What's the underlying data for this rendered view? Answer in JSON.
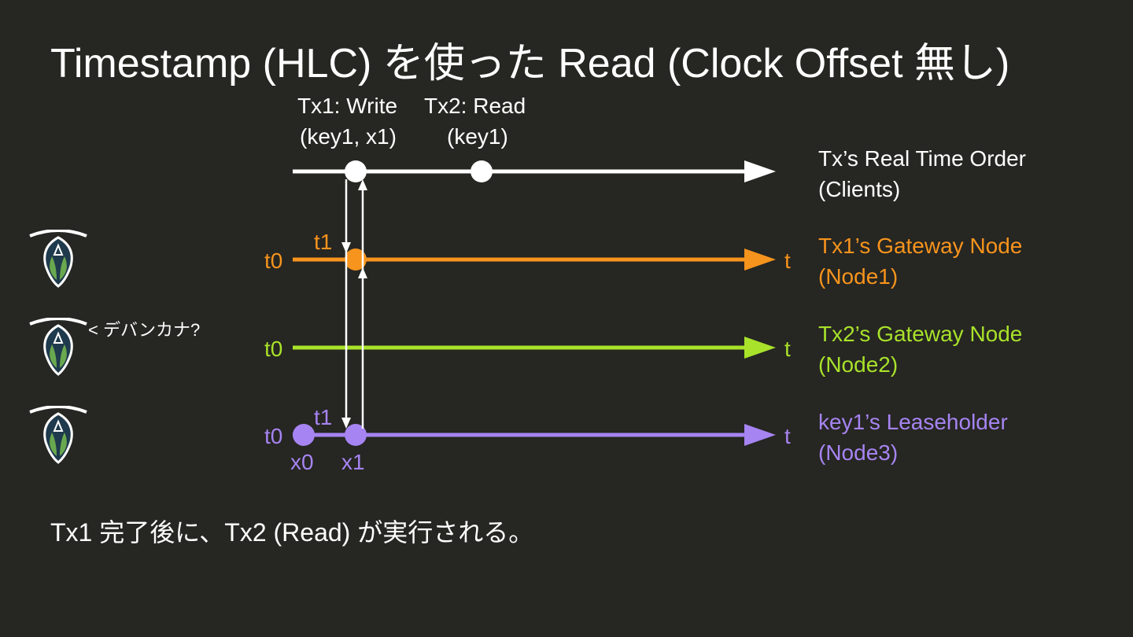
{
  "title": "Timestamp (HLC) を使った Read (Clock Offset 無し)",
  "footer": "Tx1 完了後に、Tx2 (Read) が実行される。",
  "bubble_text": "< デバンカナ?",
  "colors": {
    "background": "#262622",
    "clients": "#ffffff",
    "node1": "#f7941d",
    "node2": "#a8e22a",
    "node3": "#a684f2",
    "logo_leaf": "#6aa84f",
    "logo_dark": "#1f3a4d"
  },
  "top_labels": {
    "tx1_line1": "Tx1: Write",
    "tx1_line2": "(key1, x1)",
    "tx2_line1": "Tx2: Read",
    "tx2_line2": "(key1)"
  },
  "lanes": {
    "clients": {
      "name_line1": "Tx’s Real Time Order",
      "name_line2": "(Clients)"
    },
    "node1": {
      "start": "t0",
      "end": "t",
      "event_label": "t1",
      "name_line1": "Tx1’s Gateway Node",
      "name_line2": "(Node1)"
    },
    "node2": {
      "start": "t0",
      "end": "t",
      "name_line1": "Tx2’s Gateway Node",
      "name_line2": "(Node2)"
    },
    "node3": {
      "start": "t0",
      "end": "t",
      "event_label": "t1",
      "value0": "x0",
      "value1": "x1",
      "name_line1": "key1’s Leaseholder",
      "name_line2": "(Node3)"
    }
  },
  "logos": [
    "cockroach-logo",
    "cockroach-logo",
    "cockroach-logo"
  ]
}
